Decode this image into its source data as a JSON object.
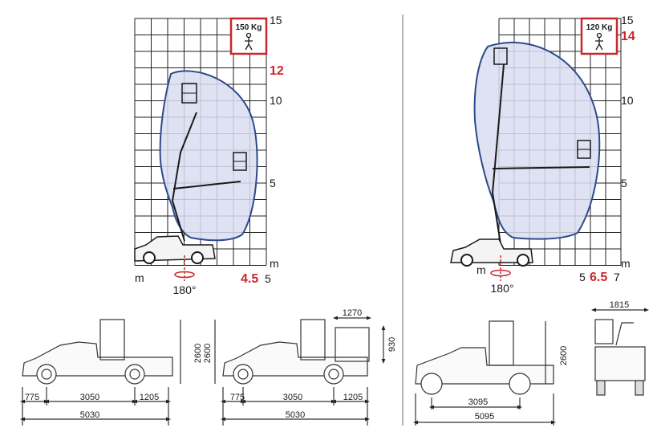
{
  "left_chart": {
    "load_badge": "150 Kg",
    "y_ticks": [
      "5",
      "10",
      "15"
    ],
    "max_height_label": "12",
    "unit_y": "m",
    "unit_x": "m",
    "x_tick": "5",
    "max_outreach_label": "4.5",
    "rotation_label": "180°"
  },
  "right_chart": {
    "load_badge": "120 Kg",
    "y_ticks": [
      "5",
      "10",
      "15"
    ],
    "max_height_label": "14",
    "unit_y": "m",
    "unit_x": "m",
    "x_tick_left": "5",
    "x_tick_right": "7",
    "max_outreach_label": "6.5",
    "rotation_label": "180°"
  },
  "drawing1": {
    "height": "2600",
    "front_overhang": "775",
    "wheelbase": "3050",
    "rear_overhang": "1205",
    "total_length": "5030"
  },
  "drawing2": {
    "height": "2600",
    "box_length": "1270",
    "box_height": "930",
    "front_overhang": "775",
    "wheelbase": "3050",
    "rear_overhang": "1205",
    "total_length": "5030"
  },
  "drawing3": {
    "height": "2600",
    "wheelbase": "3095",
    "total_length": "5095"
  },
  "drawing4": {
    "width": "1815"
  },
  "colors": {
    "envelope_fill": "#d9ddf0",
    "envelope_stroke": "#2e4a8c",
    "accent_red": "#c8272d",
    "grid": "#222222"
  }
}
